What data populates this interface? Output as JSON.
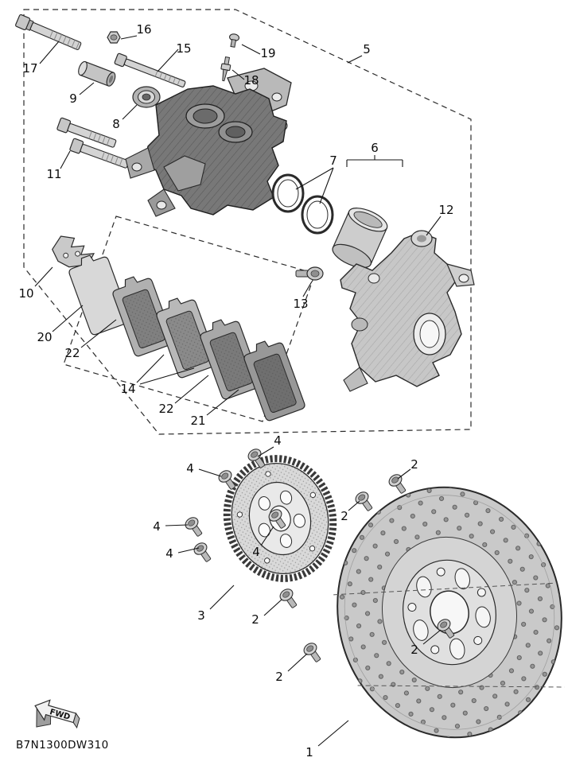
{
  "diagram": {
    "part_code": "B7N1300DW310",
    "fwd_label": "FWD",
    "callouts": {
      "c1": "1",
      "c2a": "2",
      "c2b": "2",
      "c2c": "2",
      "c2d": "2",
      "c2e": "2",
      "c3": "3",
      "c4a": "4",
      "c4b": "4",
      "c4c": "4",
      "c4d": "4",
      "c4e": "4",
      "c5": "5",
      "c6": "6",
      "c7": "7",
      "c8": "8",
      "c9": "9",
      "c10": "10",
      "c11": "11",
      "c12": "12",
      "c13": "13",
      "c14": "14",
      "c15": "15",
      "c16": "16",
      "c17": "17",
      "c18": "18",
      "c19": "19",
      "c20": "20",
      "c21": "21",
      "c22a": "22",
      "c22b": "22"
    }
  }
}
